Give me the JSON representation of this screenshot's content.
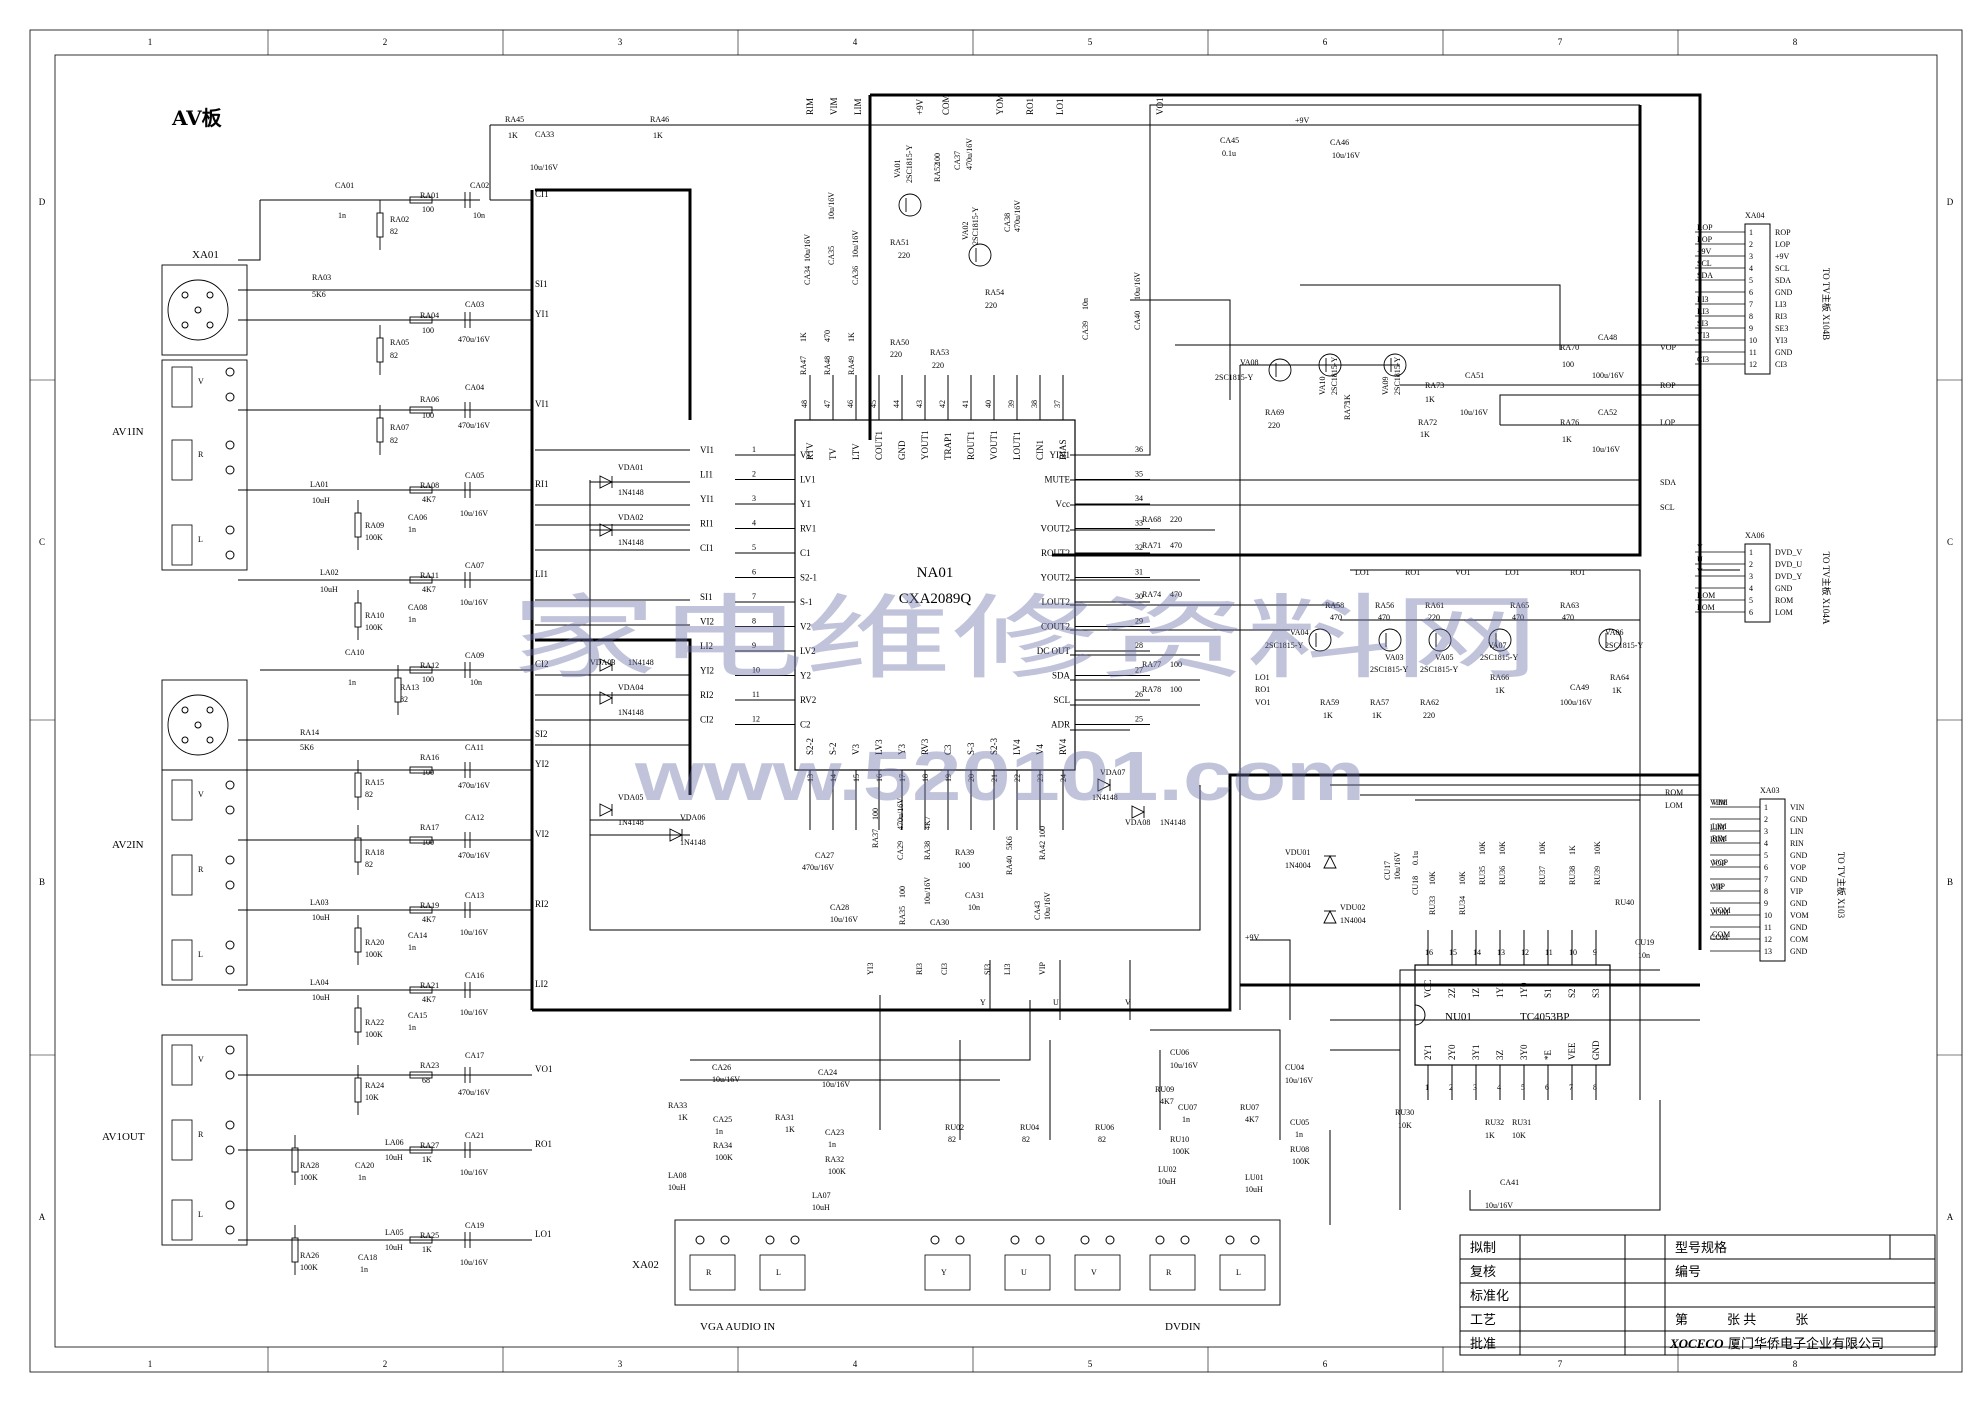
{
  "board": {
    "title": "AV板"
  },
  "frame": {
    "cols": [
      "1",
      "2",
      "3",
      "4",
      "5",
      "6",
      "7",
      "8"
    ],
    "rows": [
      "D",
      "C",
      "B",
      "A"
    ]
  },
  "ic_main": {
    "ref": "NA01",
    "part": "CXA2089Q",
    "left_pins": [
      {
        "num": "1",
        "name": "V1",
        "net": "VI1"
      },
      {
        "num": "2",
        "name": "LV1",
        "net": "LI1"
      },
      {
        "num": "3",
        "name": "Y1",
        "net": "YI1"
      },
      {
        "num": "4",
        "name": "RV1",
        "net": "RI1"
      },
      {
        "num": "5",
        "name": "C1",
        "net": "CI1"
      },
      {
        "num": "6",
        "name": "S2-1",
        "net": ""
      },
      {
        "num": "7",
        "name": "S-1",
        "net": "SI1"
      },
      {
        "num": "8",
        "name": "V2",
        "net": "VI2"
      },
      {
        "num": "9",
        "name": "LV2",
        "net": "LI2"
      },
      {
        "num": "10",
        "name": "Y2",
        "net": "YI2"
      },
      {
        "num": "11",
        "name": "RV2",
        "net": "RI2"
      },
      {
        "num": "12",
        "name": "C2",
        "net": "CI2"
      }
    ],
    "top_pins": [
      {
        "num": "48",
        "name": "RTV"
      },
      {
        "num": "47",
        "name": "TV"
      },
      {
        "num": "46",
        "name": "LTV"
      },
      {
        "num": "45",
        "name": "COUT1"
      },
      {
        "num": "44",
        "name": "GND"
      },
      {
        "num": "43",
        "name": "YOUT1"
      },
      {
        "num": "42",
        "name": "TRAP1"
      },
      {
        "num": "41",
        "name": "ROUT1"
      },
      {
        "num": "40",
        "name": "VOUT1"
      },
      {
        "num": "39",
        "name": "LOUT1"
      },
      {
        "num": "38",
        "name": "CIN1"
      },
      {
        "num": "37",
        "name": "BIAS"
      }
    ],
    "right_pins": [
      {
        "num": "36",
        "name": "YIN1"
      },
      {
        "num": "35",
        "name": "MUTE"
      },
      {
        "num": "34",
        "name": "Vcc"
      },
      {
        "num": "33",
        "name": "VOUT2"
      },
      {
        "num": "32",
        "name": "ROUT2"
      },
      {
        "num": "31",
        "name": "YOUT2"
      },
      {
        "num": "30",
        "name": "LOUT2"
      },
      {
        "num": "29",
        "name": "COUT2"
      },
      {
        "num": "28",
        "name": "DC OUT"
      },
      {
        "num": "27",
        "name": "SDA"
      },
      {
        "num": "26",
        "name": "SCL"
      },
      {
        "num": "25",
        "name": "ADR"
      }
    ],
    "bottom_pins": [
      {
        "num": "13",
        "name": "S2-2"
      },
      {
        "num": "14",
        "name": "S-2"
      },
      {
        "num": "15",
        "name": "V3"
      },
      {
        "num": "16",
        "name": "LV3"
      },
      {
        "num": "17",
        "name": "Y3"
      },
      {
        "num": "18",
        "name": "RV3"
      },
      {
        "num": "19",
        "name": "C3"
      },
      {
        "num": "20",
        "name": "S-3"
      },
      {
        "num": "21",
        "name": "S2-3"
      },
      {
        "num": "22",
        "name": "LV4"
      },
      {
        "num": "23",
        "name": "V4"
      },
      {
        "num": "24",
        "name": "RV4"
      }
    ]
  },
  "ic_mux": {
    "ref": "NU01",
    "part": "TC4053BP",
    "top_pins": [
      {
        "num": "16",
        "name": "VCC"
      },
      {
        "num": "15",
        "name": "2Z"
      },
      {
        "num": "14",
        "name": "1Z"
      },
      {
        "num": "13",
        "name": "1Y1"
      },
      {
        "num": "12",
        "name": "1Y0"
      },
      {
        "num": "11",
        "name": "S1"
      },
      {
        "num": "10",
        "name": "S2"
      },
      {
        "num": "9",
        "name": "S3"
      }
    ],
    "bottom_pins": [
      {
        "num": "1",
        "name": "2Y1"
      },
      {
        "num": "2",
        "name": "2Y0"
      },
      {
        "num": "3",
        "name": "3Y1"
      },
      {
        "num": "4",
        "name": "3Z"
      },
      {
        "num": "5",
        "name": "3Y0"
      },
      {
        "num": "6",
        "name": "*E"
      },
      {
        "num": "7",
        "name": "VEE"
      },
      {
        "num": "8",
        "name": "GND"
      }
    ]
  },
  "connectors": {
    "xa04": {
      "ref": "XA04",
      "title": "TO TV主板 X104B",
      "nets": [
        "ROP",
        "LOP",
        "+9V",
        "SCL",
        "SDA",
        "",
        "LI3",
        "RI3",
        "SI3",
        "YI3",
        "",
        "CI3"
      ],
      "nums": [
        "1",
        "2",
        "3",
        "4",
        "5",
        "6",
        "7",
        "8",
        "9",
        "10",
        "11",
        "12"
      ],
      "names": [
        "ROP",
        "LOP",
        "+9V",
        "SCL",
        "SDA",
        "GND",
        "LI3",
        "RI3",
        "SE3",
        "YI3",
        "GND",
        "CI3"
      ]
    },
    "xa06": {
      "ref": "XA06",
      "title": "TO TV主板 X104A",
      "nets": [
        "Y",
        "U",
        "V",
        "",
        "ROM",
        "LOM"
      ],
      "nums": [
        "1",
        "2",
        "3",
        "4",
        "5",
        "6"
      ],
      "names": [
        "DVD_V",
        "DVD_U",
        "DVD_Y",
        "GND",
        "ROM",
        "LOM"
      ]
    },
    "xa03": {
      "ref": "XA03",
      "title": "TO TV主板 X103",
      "nets": [
        "VIM",
        "",
        "LIM",
        "RIM",
        "",
        "VOP",
        "",
        "VIP",
        "",
        "VOM",
        "",
        "COM",
        ""
      ],
      "nums": [
        "1",
        "2",
        "3",
        "4",
        "5",
        "6",
        "7",
        "8",
        "9",
        "10",
        "11",
        "12",
        "13"
      ],
      "names": [
        "VIN",
        "GND",
        "LIN",
        "RIN",
        "GND",
        "VOP",
        "GND",
        "VIP",
        "GND",
        "VOM",
        "GND",
        "COM",
        "GND"
      ]
    }
  },
  "jacks": {
    "xa01": "XA01",
    "av1in": "AV1IN",
    "av2in": "AV2IN",
    "av1out": "AV1OUT",
    "xa02": "XA02",
    "vga": "VGA AUDIO IN",
    "dvdin": "DVDIN",
    "v": "V",
    "r": "R",
    "l": "L",
    "y": "Y",
    "u": "U"
  },
  "nets_left": [
    "CI1",
    "SI1",
    "YI1",
    "VI1",
    "RI1",
    "LI1",
    "CI2",
    "SI2",
    "YI2",
    "VI2",
    "RI2",
    "LI2",
    "VO1",
    "RO1",
    "LO1"
  ],
  "top_nets": [
    "RIM",
    "VIM",
    "LIM",
    "+9V",
    "COM",
    "YOM",
    "RO1",
    "LO1",
    "VO1"
  ],
  "parts": {
    "ra45": "RA45",
    "ra45v": "1K",
    "ca33": "CA33",
    "ca33v": "10u/16V",
    "ra46": "RA46",
    "ra46v": "1K",
    "ca01": "CA01",
    "ca01v": "1n",
    "ra01": "RA01",
    "ra01v": "100",
    "ca02": "CA02",
    "ca02v": "10n",
    "ra02": "RA02",
    "ra02v": "82",
    "ra03": "RA03",
    "ra03v": "5K6",
    "ra04": "RA04",
    "ra04v": "100",
    "ca03": "CA03",
    "ca03v": "470u/16V",
    "ra05": "RA05",
    "ra05v": "82",
    "ra06": "RA06",
    "ra06v": "100",
    "ca04": "CA04",
    "ca04v": "470u/16V",
    "ra07": "RA07",
    "ra07v": "82",
    "la01": "LA01",
    "la01v": "10uH",
    "ra08": "RA08",
    "ra08v": "4K7",
    "ca05": "CA05",
    "ca05v": "10u/16V",
    "ra09": "RA09",
    "ra09v": "100K",
    "ca06": "CA06",
    "ca06v": "1n",
    "la02": "LA02",
    "la02v": "10uH",
    "ra11": "RA11",
    "ra11v": "4K7",
    "ca07": "CA07",
    "ca07v": "10u/16V",
    "ra10": "RA10",
    "ra10v": "100K",
    "ca08": "CA08",
    "ca08v": "1n",
    "ca10": "CA10",
    "ca10v": "1n",
    "ra12": "RA12",
    "ra12v": "100",
    "ca09": "CA09",
    "ca09v": "10n",
    "ra13": "RA13",
    "ra13v": "82",
    "ra14": "RA14",
    "ra14v": "5K6",
    "ra16": "RA16",
    "ra16v": "100",
    "ca11": "CA11",
    "ca11v": "470u/16V",
    "ra15": "RA15",
    "ra15v": "82",
    "ra17": "RA17",
    "ra17v": "100",
    "ca12": "CA12",
    "ca12v": "470u/16V",
    "ra18": "RA18",
    "ra18v": "82",
    "la03": "LA03",
    "la03v": "10uH",
    "ra19": "RA19",
    "ra19v": "4K7",
    "ca13": "CA13",
    "ca13v": "10u/16V",
    "ra20": "RA20",
    "ra20v": "100K",
    "ca14": "CA14",
    "ca14v": "1n",
    "la04": "LA04",
    "la04v": "10uH",
    "ra21": "RA21",
    "ra21v": "4K7",
    "ca16": "CA16",
    "ca16v": "10u/16V",
    "ra22": "RA22",
    "ra22v": "100K",
    "ca15": "CA15",
    "ca15v": "1n",
    "ra23": "RA23",
    "ra23v": "68",
    "ca17": "CA17",
    "ca17v": "470u/16V",
    "ra24": "RA24",
    "ra24v": "10K",
    "ra28": "RA28",
    "ra28v": "100K",
    "ca20": "CA20",
    "ca20v": "1n",
    "la06": "LA06",
    "la06v": "10uH",
    "ra27": "RA27",
    "ra27v": "1K",
    "ca21": "CA21",
    "ca21v": "10u/16V",
    "ra26": "RA26",
    "ra26v": "100K",
    "ca18": "CA18",
    "ca18v": "1n",
    "la05": "LA05",
    "la05v": "10uH",
    "ra25": "RA25",
    "ra25v": "1K",
    "ca19": "CA19",
    "ca19v": "10u/16V",
    "vda01": "VDA01",
    "vda02": "VDA02",
    "vda03": "VDA03",
    "vda04": "VDA04",
    "vda05": "VDA05",
    "vda06": "VDA06",
    "vda07": "VDA07",
    "vda08": "VDA08",
    "d1n4148": "1N4148",
    "ca34": "CA34",
    "ca34v": "10u/16V",
    "ca35": "CA35",
    "ca35v": "10u/16V",
    "ca36": "CA36",
    "ca36v": "10u/16V",
    "ra47": "RA47",
    "ra47v": "1K",
    "ra48": "RA48",
    "ra48v": "470",
    "ra49": "RA49",
    "ra49v": "1K",
    "ra50": "RA50",
    "ra50v": "220",
    "va01": "VA01",
    "va02": "VA02",
    "q2sc": "2SC1815-Y",
    "ra51": "RA51",
    "ra51v": "220",
    "ra52": "RA52",
    "ra52v": "100",
    "ra53": "RA53",
    "ra53v": "220",
    "ra54": "RA54",
    "ra54v": "220",
    "ca37": "CA37",
    "ca37v": "470u/16V",
    "ca38": "CA38",
    "ca38v": "470u/16V",
    "ca39": "CA39",
    "ca39v": "10n",
    "ca40": "CA40",
    "ca40v": "10u/16V",
    "ca45": "CA45",
    "ca45v": "0.1u",
    "ca46": "CA46",
    "ca46v": "10u/16V",
    "va08": "VA08",
    "va10": "VA10",
    "va09": "VA09",
    "ra69": "RA69",
    "ra69v": "220",
    "ra75": "RA75",
    "ra75v": "1K",
    "ra73": "RA73",
    "ra73v": "1K",
    "ra72": "RA72",
    "ra72v": "1K",
    "ca51": "CA51",
    "ca51v": "10u/16V",
    "ra70": "RA70",
    "ra70v": "100",
    "ca48": "CA48",
    "ca48v": "100u/16V",
    "ra76": "RA76",
    "ra76v": "1K",
    "ca52": "CA52",
    "ca52v": "10u/16V",
    "ra68": "RA68",
    "ra68v": "220",
    "ra71": "RA71",
    "ra71v": "470",
    "ra74": "RA74",
    "ra74v": "470",
    "ra77": "RA77",
    "ra77v": "100",
    "ra78": "RA78",
    "ra78v": "100",
    "va04": "VA04",
    "va03": "VA03",
    "va05": "VA05",
    "va07": "VA07",
    "va06": "VA06",
    "ra58": "RA58",
    "ra58v": "470",
    "ra56": "RA56",
    "ra56v": "470",
    "ra61": "RA61",
    "ra61v": "220",
    "ra65": "RA65",
    "ra65v": "470",
    "ra63": "RA63",
    "ra63v": "470",
    "ra59": "RA59",
    "ra59v": "1K",
    "ra57": "RA57",
    "ra57v": "1K",
    "ra62": "RA62",
    "ra62v": "220",
    "ra66": "RA66",
    "ra66v": "1K",
    "ra64": "RA64",
    "ra64v": "1K",
    "ca49": "CA49",
    "ca49v": "100u/16V",
    "ca27": "CA27",
    "ca27v": "470u/16V",
    "ra37": "RA37",
    "ra37v": "100",
    "ca29": "CA29",
    "ca29v": "470u/16V",
    "ra38": "RA38",
    "ra38v": "4K7",
    "ra39": "RA39",
    "ra39v": "100",
    "ra40": "RA40",
    "ra40v": "5K6",
    "ra42": "RA42",
    "ra42v": "100",
    "ca28": "CA28",
    "ca28v": "10u/16V",
    "ra35": "RA35",
    "ra35v": "100",
    "ca30": "CA30",
    "ca30v": "10u/16V",
    "ca31": "CA31",
    "ca31v": "10n",
    "ca43": "CA43",
    "ca43v": "10u/16V",
    "vdu01": "VDU01",
    "vdu02": "VDU02",
    "d1n4004": "1N4004",
    "cu17": "CU17",
    "cu17v": "10u/16V",
    "cu18": "CU18",
    "cu18v": "0.1u",
    "ru33": "RU33",
    "ru34": "RU34",
    "ru35": "RU35",
    "ru36": "RU36",
    "ru37": "RU37",
    "ru38": "RU38",
    "ru39": "RU39",
    "ru40": "RU40",
    "k10": "10K",
    "k1": "1K",
    "cu19": "CU19",
    "cu19v": "10n",
    "ru30": "RU30",
    "ru30v": "10K",
    "ru32": "RU32",
    "ru32v": "1K",
    "ru31": "RU31",
    "ru31v": "10K",
    "ca41": "CA41",
    "ca41v": "10u/16V",
    "ca26": "CA26",
    "ca26v": "10u/16V",
    "ca24": "CA24",
    "ca24v": "10u/16V",
    "ra33": "RA33",
    "ra33v": "1K",
    "ca25": "CA25",
    "ca25v": "1n",
    "ra34": "RA34",
    "ra34v": "100K",
    "la08": "LA08",
    "la08v": "10uH",
    "ra31": "RA31",
    "ra31v": "1K",
    "ca23": "CA23",
    "ca23v": "1n",
    "ra32": "RA32",
    "ra32v": "100K",
    "la07": "LA07",
    "la07v": "10uH",
    "ru02": "RU02",
    "ru04": "RU04",
    "ru06": "RU06",
    "r82": "82",
    "cu06": "CU06",
    "cu06v": "10u/16V",
    "ru09": "RU09",
    "ru09v": "4K7",
    "cu07": "CU07",
    "cu07v": "1n",
    "ru10": "RU10",
    "ru10v": "100K",
    "lu02": "LU02",
    "lu02v": "10uH",
    "cu04": "CU04",
    "cu04v": "10u/16V",
    "ru07": "RU07",
    "ru07v": "4K7",
    "cu05": "CU05",
    "cu05v": "1n",
    "ru08": "RU08",
    "ru08v": "100K",
    "lu01": "LU01",
    "lu01v": "10uH",
    "p9v": "+9V",
    "yi3": "YI3",
    "ri3": "RI3",
    "ci3": "CI3",
    "si3": "SI3",
    "vip": "VIP",
    "li3": "LI3",
    "y": "Y",
    "u": "U",
    "v": "V",
    "lo1": "LO1",
    "ro1": "RO1",
    "vo1": "VO1",
    "sda": "SDA",
    "scl": "SCL",
    "vop": "VOP",
    "rop": "ROP",
    "lop": "LOP",
    "rom": "ROM",
    "lom": "LOM",
    "vim": "VIM",
    "lim": "LIM",
    "rim": "RIM",
    "vom": "VOM",
    "com": "COM"
  },
  "title_block": {
    "drawn": "拟制",
    "checked": "复核",
    "standard": "标准化",
    "process": "工艺",
    "approved": "批准",
    "model": "型号规格",
    "number": "编号",
    "sheet": "第　　　张 共　　　张",
    "company_brand": "XOCECO",
    "company": "厦门华侨电子企业有限公司"
  },
  "watermark": {
    "cn": "家电维修资料网",
    "url": "www.520101.com"
  }
}
